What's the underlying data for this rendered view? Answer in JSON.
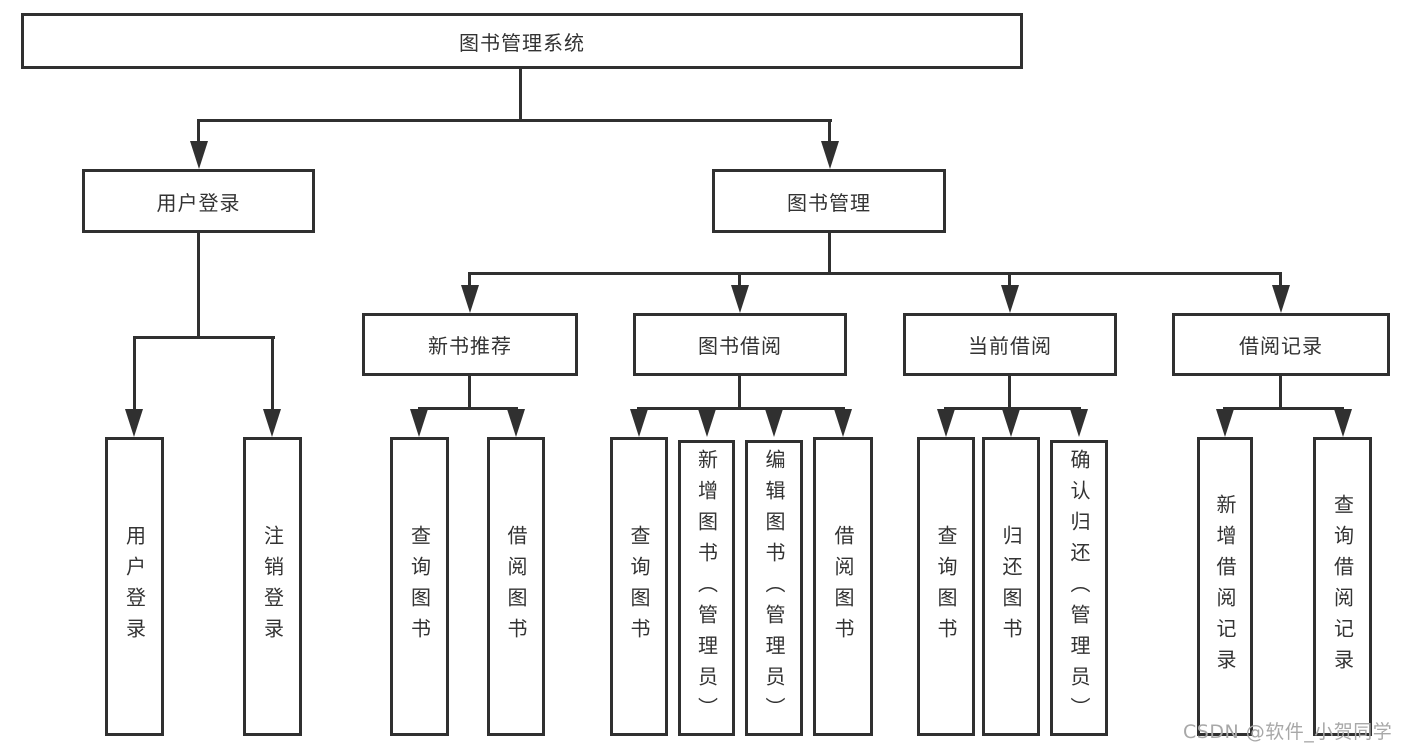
{
  "diagram": {
    "root": "图书管理系统",
    "branches": {
      "user_login": {
        "label": "用户登录",
        "children": [
          "用户登录",
          "注销登录"
        ]
      },
      "book_mgmt": {
        "label": "图书管理",
        "sections": {
          "new_book_rec": {
            "label": "新书推荐",
            "children": [
              "查询图书",
              "借阅图书"
            ]
          },
          "book_borrow": {
            "label": "图书借阅",
            "children": [
              "查询图书",
              "新增图书（管理员）",
              "编辑图书（管理员）",
              "借阅图书"
            ]
          },
          "current_borrow": {
            "label": "当前借阅",
            "children": [
              "查询图书",
              "归还图书",
              "确认归还（管理员）"
            ]
          },
          "borrow_record": {
            "label": "借阅记录",
            "children": [
              "新增借阅记录",
              "查询借阅记录"
            ]
          }
        }
      }
    },
    "watermark": "CSDN @软件_小贺同学",
    "colors": {
      "line": "#303030",
      "text": "#333333",
      "watermark": "#a8a8a8",
      "background": "#ffffff"
    }
  }
}
